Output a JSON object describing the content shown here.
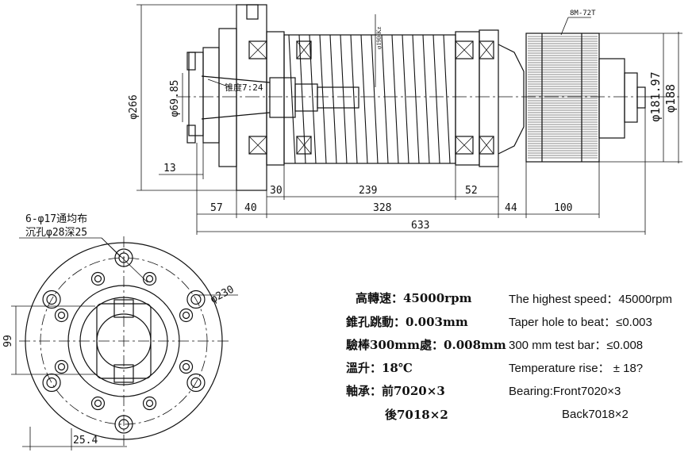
{
  "drawing": {
    "side_view": {
      "dia_266": "φ266",
      "dia_69_85": "φ69.85",
      "taper_note": "锥度7:24",
      "dim_13": "13",
      "belt_label": "8M-72T",
      "tool_label": "φ190-Kz",
      "dia_181_97": "φ181.97",
      "dia_188": "φ188",
      "dim_30": "30",
      "dim_239": "239",
      "dim_52": "52",
      "dim_57": "57",
      "dim_40": "40",
      "dim_328": "328",
      "dim_44": "44",
      "dim_100": "100",
      "dim_633": "633"
    },
    "front_view": {
      "holes_note": "6-φ17通均布",
      "counterbore_note": "沉孔φ28深25",
      "dia_230": "φ230",
      "dim_99": "99",
      "dim_25_4": "25.4"
    }
  },
  "specs_cn": [
    "高轉速：45000rpm",
    "錐孔跳動：0.003mm",
    "驗棒300mm處：0.008mm",
    "溫升：18℃",
    "軸承：前7020×3",
    "後7018×2"
  ],
  "specs_en": [
    "The highest speed：45000rpm",
    "Taper hole to beat：≤0.003",
    "300 mm test bar：≤0.008",
    "Temperature rise：    ± 18?",
    "Bearing:Front7020×3",
    "Back7018×2"
  ]
}
